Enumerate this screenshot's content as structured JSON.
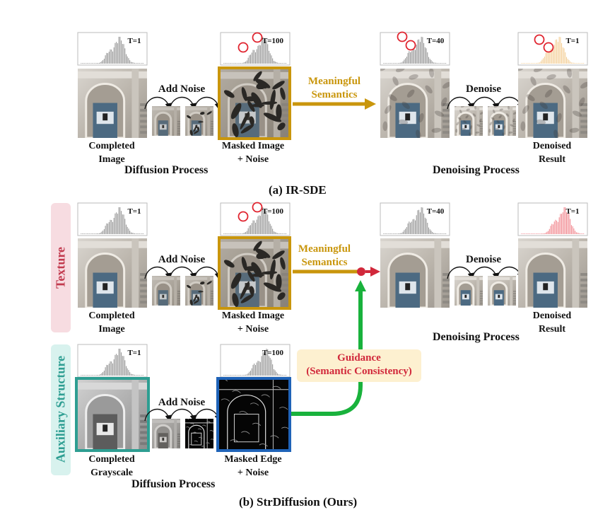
{
  "colors": {
    "gold": "#c9960c",
    "teal": "#2e9e92",
    "blue": "#1f63b8",
    "green": "#19b23c",
    "red": "#d1283b",
    "texture_bg": "#f7dce1",
    "structure_bg": "#d8f2ee",
    "guidance_bg": "#fdf0d0"
  },
  "t_labels": {
    "t1": "T=1",
    "t100": "T=100",
    "t40": "T=40"
  },
  "panel_a": {
    "completed": [
      "Completed",
      "Image"
    ],
    "add_noise": "Add Noise",
    "masked": [
      "Masked Image",
      "+ Noise"
    ],
    "meaningful": [
      "Meaningful",
      "Semantics"
    ],
    "denoise": "Denoise",
    "denoised": [
      "Denoised",
      "Result"
    ],
    "diffusion_process": "Diffusion Process",
    "denoising_process": "Denoising Process",
    "caption": "(a) IR-SDE"
  },
  "panel_b": {
    "texture": "Texture",
    "auxiliary": "Auxiliary Structure",
    "completed": [
      "Completed",
      "Image"
    ],
    "add_noise": "Add Noise",
    "masked": [
      "Masked Image",
      "+ Noise"
    ],
    "meaningful": [
      "Meaningful",
      "Semantics"
    ],
    "denoise": "Denoise",
    "denoised": [
      "Denoised",
      "Result"
    ],
    "denoising_process": "Denoising Process",
    "guidance": [
      "Guidance",
      "(Semantic Consistency)"
    ],
    "completed_gray": [
      "Completed",
      "Grayscale"
    ],
    "add_noise_2": "Add Noise",
    "masked_edge": [
      "Masked Edge",
      "+ Noise"
    ],
    "diffusion_process": "Diffusion Process",
    "caption": "(b) StrDiffusion (Ours)"
  }
}
